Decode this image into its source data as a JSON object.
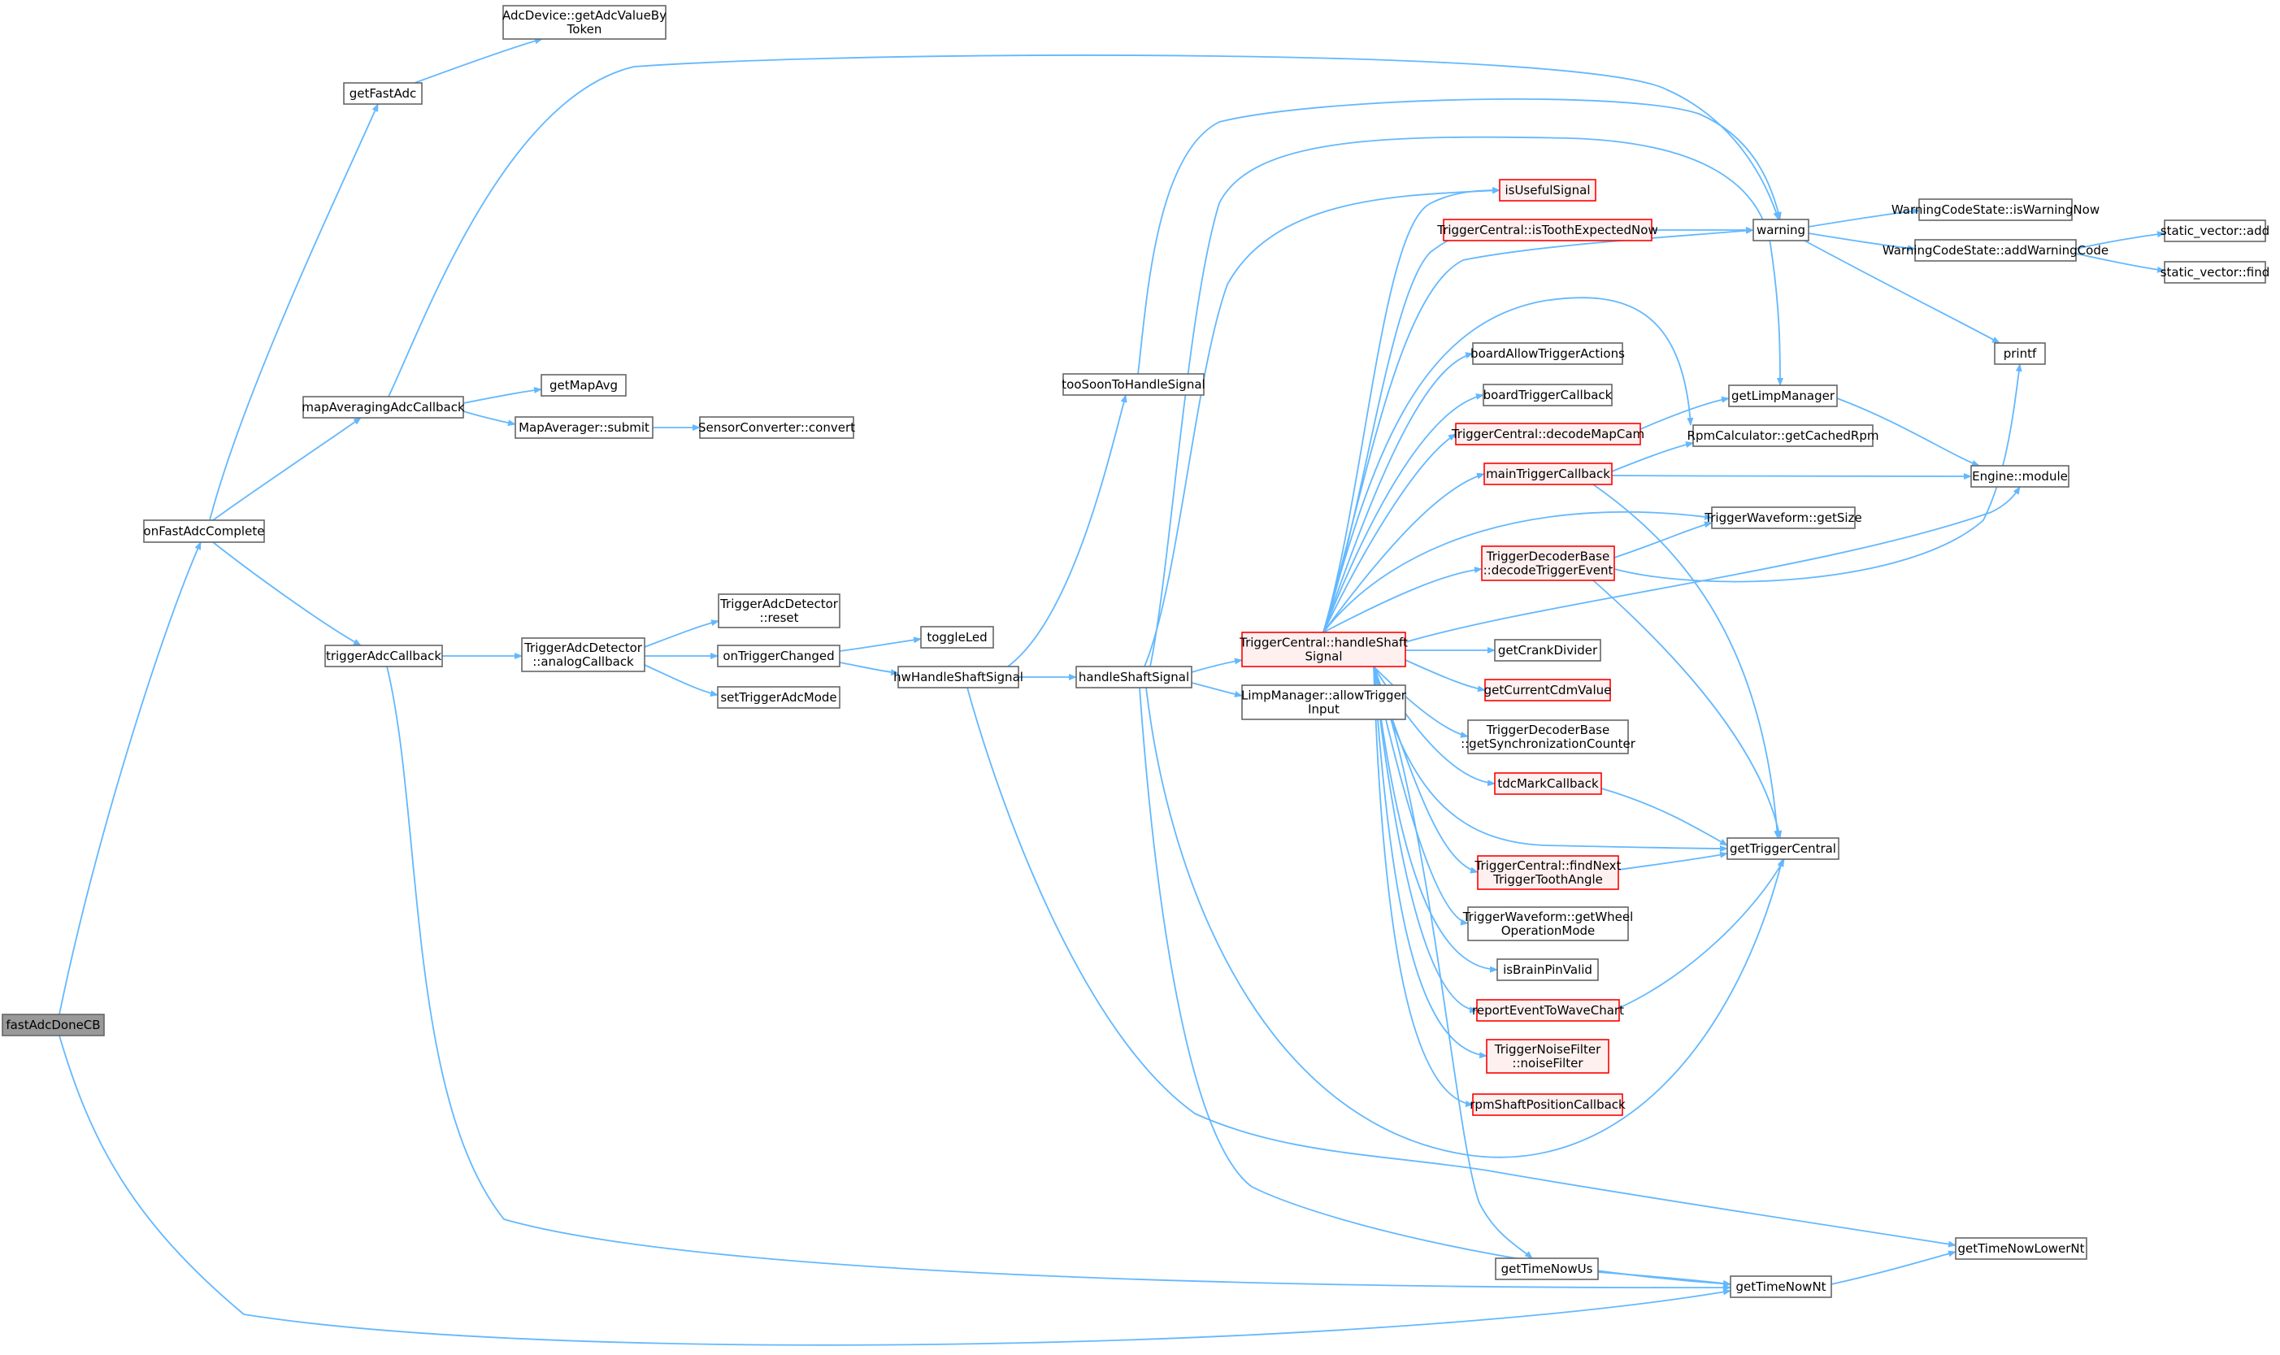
{
  "colors": {
    "edge": "#63b8ff",
    "text": "#000000",
    "root_fill": "#999999",
    "root_stroke": "#666666",
    "normal_fill": "#ffffff",
    "normal_stroke": "#666666",
    "highlight_fill": "#fff0f0",
    "highlight_stroke": "#ff0000"
  },
  "nodes": [
    {
      "id": "fastAdcDoneCB",
      "lines": [
        "fastAdcDoneCB"
      ],
      "style": "root"
    },
    {
      "id": "onFastAdcComplete",
      "lines": [
        "onFastAdcComplete"
      ],
      "style": "normal"
    },
    {
      "id": "getTimeNowNt",
      "lines": [
        "getTimeNowNt"
      ],
      "style": "normal"
    },
    {
      "id": "getFastAdc",
      "lines": [
        "getFastAdc"
      ],
      "style": "normal"
    },
    {
      "id": "mapAveragingAdcCallback",
      "lines": [
        "mapAveragingAdcCallback"
      ],
      "style": "normal"
    },
    {
      "id": "triggerAdcCallback",
      "lines": [
        "triggerAdcCallback"
      ],
      "style": "normal"
    },
    {
      "id": "getAdcValueByToken",
      "lines": [
        "AdcDevice::getAdcValueBy",
        "Token"
      ],
      "style": "normal"
    },
    {
      "id": "warning",
      "lines": [
        "warning"
      ],
      "style": "normal"
    },
    {
      "id": "getMapAvg",
      "lines": [
        "getMapAvg"
      ],
      "style": "normal"
    },
    {
      "id": "mapAveragerSubmit",
      "lines": [
        "MapAverager::submit"
      ],
      "style": "normal"
    },
    {
      "id": "sensorConvert",
      "lines": [
        "SensorConverter::convert"
      ],
      "style": "normal"
    },
    {
      "id": "analogCallback",
      "lines": [
        "TriggerAdcDetector",
        "::analogCallback"
      ],
      "style": "normal"
    },
    {
      "id": "adcReset",
      "lines": [
        "TriggerAdcDetector",
        "::reset"
      ],
      "style": "normal"
    },
    {
      "id": "onTriggerChanged",
      "lines": [
        "onTriggerChanged"
      ],
      "style": "normal"
    },
    {
      "id": "setTriggerAdcMode",
      "lines": [
        "setTriggerAdcMode"
      ],
      "style": "normal"
    },
    {
      "id": "toggleLed",
      "lines": [
        "toggleLed"
      ],
      "style": "normal"
    },
    {
      "id": "hwHandleShaftSignal",
      "lines": [
        "hwHandleShaftSignal"
      ],
      "style": "normal"
    },
    {
      "id": "tooSoonToHandleSignal",
      "lines": [
        "tooSoonToHandleSignal"
      ],
      "style": "normal"
    },
    {
      "id": "handleShaftSignal",
      "lines": [
        "handleShaftSignal"
      ],
      "style": "normal"
    },
    {
      "id": "getTimeNowLowerNt",
      "lines": [
        "getTimeNowLowerNt"
      ],
      "style": "normal"
    },
    {
      "id": "isUsefulSignal",
      "lines": [
        "isUsefulSignal"
      ],
      "style": "highlight"
    },
    {
      "id": "getLimpManager",
      "lines": [
        "getLimpManager"
      ],
      "style": "normal"
    },
    {
      "id": "tcHandleShaftSignal",
      "lines": [
        "TriggerCentral::handleShaft",
        "Signal"
      ],
      "style": "highlight"
    },
    {
      "id": "allowTriggerInput",
      "lines": [
        "LimpManager::allowTrigger",
        "Input"
      ],
      "style": "normal"
    },
    {
      "id": "getTriggerCentral",
      "lines": [
        "getTriggerCentral"
      ],
      "style": "normal"
    },
    {
      "id": "isToothExpectedNow",
      "lines": [
        "TriggerCentral::isToothExpectedNow"
      ],
      "style": "highlight"
    },
    {
      "id": "boardAllowTriggerActions",
      "lines": [
        "boardAllowTriggerActions"
      ],
      "style": "normal"
    },
    {
      "id": "boardTriggerCallback",
      "lines": [
        "boardTriggerCallback"
      ],
      "style": "normal"
    },
    {
      "id": "decodeMapCam",
      "lines": [
        "TriggerCentral::decodeMapCam"
      ],
      "style": "highlight"
    },
    {
      "id": "mainTriggerCallback",
      "lines": [
        "mainTriggerCallback"
      ],
      "style": "highlight"
    },
    {
      "id": "decodeTriggerEvent",
      "lines": [
        "TriggerDecoderBase",
        "::decodeTriggerEvent"
      ],
      "style": "highlight"
    },
    {
      "id": "getCrankDivider",
      "lines": [
        "getCrankDivider"
      ],
      "style": "normal"
    },
    {
      "id": "getCurrentCdmValue",
      "lines": [
        "getCurrentCdmValue"
      ],
      "style": "highlight"
    },
    {
      "id": "getSynchronizationCounter",
      "lines": [
        "TriggerDecoderBase",
        "::getSynchronizationCounter"
      ],
      "style": "normal"
    },
    {
      "id": "tdcMarkCallback",
      "lines": [
        "tdcMarkCallback"
      ],
      "style": "highlight"
    },
    {
      "id": "findNextTriggerToothAngle",
      "lines": [
        "TriggerCentral::findNext",
        "TriggerToothAngle"
      ],
      "style": "highlight"
    },
    {
      "id": "getWheelOperationMode",
      "lines": [
        "TriggerWaveform::getWheel",
        "OperationMode"
      ],
      "style": "normal"
    },
    {
      "id": "isBrainPinValid",
      "lines": [
        "isBrainPinValid"
      ],
      "style": "normal"
    },
    {
      "id": "reportEventToWaveChart",
      "lines": [
        "reportEventToWaveChart"
      ],
      "style": "highlight"
    },
    {
      "id": "noiseFilter",
      "lines": [
        "TriggerNoiseFilter",
        "::noiseFilter"
      ],
      "style": "highlight"
    },
    {
      "id": "rpmShaftPositionCallback",
      "lines": [
        "rpmShaftPositionCallback"
      ],
      "style": "highlight"
    },
    {
      "id": "getTimeNowUs",
      "lines": [
        "getTimeNowUs"
      ],
      "style": "normal"
    },
    {
      "id": "isWarningNow",
      "lines": [
        "WarningCodeState::isWarningNow"
      ],
      "style": "normal"
    },
    {
      "id": "addWarningCode",
      "lines": [
        "WarningCodeState::addWarningCode"
      ],
      "style": "normal"
    },
    {
      "id": "printf",
      "lines": [
        "printf"
      ],
      "style": "normal"
    },
    {
      "id": "getCachedRpm",
      "lines": [
        "RpmCalculator::getCachedRpm"
      ],
      "style": "normal"
    },
    {
      "id": "engineModule",
      "lines": [
        "Engine::module"
      ],
      "style": "normal"
    },
    {
      "id": "waveformGetSize",
      "lines": [
        "TriggerWaveform::getSize"
      ],
      "style": "normal"
    },
    {
      "id": "staticVectorAdd",
      "lines": [
        "static_vector::add"
      ],
      "style": "normal"
    },
    {
      "id": "staticVectorFind",
      "lines": [
        "static_vector::find"
      ],
      "style": "normal"
    }
  ],
  "edges": [
    {
      "from": "fastAdcDoneCB",
      "to": "onFastAdcComplete"
    },
    {
      "from": "fastAdcDoneCB",
      "to": "getTimeNowNt"
    },
    {
      "from": "onFastAdcComplete",
      "to": "getFastAdc"
    },
    {
      "from": "onFastAdcComplete",
      "to": "mapAveragingAdcCallback"
    },
    {
      "from": "onFastAdcComplete",
      "to": "triggerAdcCallback"
    },
    {
      "from": "getFastAdc",
      "to": "getAdcValueByToken"
    },
    {
      "from": "mapAveragingAdcCallback",
      "to": "warning"
    },
    {
      "from": "mapAveragingAdcCallback",
      "to": "getMapAvg"
    },
    {
      "from": "mapAveragingAdcCallback",
      "to": "mapAveragerSubmit"
    },
    {
      "from": "mapAveragerSubmit",
      "to": "sensorConvert"
    },
    {
      "from": "triggerAdcCallback",
      "to": "analogCallback"
    },
    {
      "from": "triggerAdcCallback",
      "to": "getTimeNowNt"
    },
    {
      "from": "analogCallback",
      "to": "adcReset"
    },
    {
      "from": "analogCallback",
      "to": "onTriggerChanged"
    },
    {
      "from": "analogCallback",
      "to": "setTriggerAdcMode"
    },
    {
      "from": "onTriggerChanged",
      "to": "toggleLed"
    },
    {
      "from": "onTriggerChanged",
      "to": "hwHandleShaftSignal"
    },
    {
      "from": "hwHandleShaftSignal",
      "to": "tooSoonToHandleSignal"
    },
    {
      "from": "hwHandleShaftSignal",
      "to": "handleShaftSignal"
    },
    {
      "from": "hwHandleShaftSignal",
      "to": "getTimeNowLowerNt"
    },
    {
      "from": "tooSoonToHandleSignal",
      "to": "warning"
    },
    {
      "from": "handleShaftSignal",
      "to": "isUsefulSignal"
    },
    {
      "from": "handleShaftSignal",
      "to": "getLimpManager"
    },
    {
      "from": "handleShaftSignal",
      "to": "tcHandleShaftSignal"
    },
    {
      "from": "handleShaftSignal",
      "to": "allowTriggerInput"
    },
    {
      "from": "handleShaftSignal",
      "to": "getTriggerCentral"
    },
    {
      "from": "handleShaftSignal",
      "to": "getTimeNowNt"
    },
    {
      "from": "tcHandleShaftSignal",
      "to": "isUsefulSignal"
    },
    {
      "from": "tcHandleShaftSignal",
      "to": "isToothExpectedNow"
    },
    {
      "from": "tcHandleShaftSignal",
      "to": "warning"
    },
    {
      "from": "tcHandleShaftSignal",
      "to": "getCachedRpm"
    },
    {
      "from": "tcHandleShaftSignal",
      "to": "boardAllowTriggerActions"
    },
    {
      "from": "tcHandleShaftSignal",
      "to": "boardTriggerCallback"
    },
    {
      "from": "tcHandleShaftSignal",
      "to": "decodeMapCam"
    },
    {
      "from": "tcHandleShaftSignal",
      "to": "mainTriggerCallback"
    },
    {
      "from": "tcHandleShaftSignal",
      "to": "waveformGetSize"
    },
    {
      "from": "tcHandleShaftSignal",
      "to": "decodeTriggerEvent"
    },
    {
      "from": "tcHandleShaftSignal",
      "to": "engineModule"
    },
    {
      "from": "tcHandleShaftSignal",
      "to": "getCrankDivider"
    },
    {
      "from": "tcHandleShaftSignal",
      "to": "getCurrentCdmValue"
    },
    {
      "from": "tcHandleShaftSignal",
      "to": "getSynchronizationCounter"
    },
    {
      "from": "tcHandleShaftSignal",
      "to": "tdcMarkCallback"
    },
    {
      "from": "tcHandleShaftSignal",
      "to": "getTriggerCentral"
    },
    {
      "from": "tcHandleShaftSignal",
      "to": "findNextTriggerToothAngle"
    },
    {
      "from": "tcHandleShaftSignal",
      "to": "getWheelOperationMode"
    },
    {
      "from": "tcHandleShaftSignal",
      "to": "isBrainPinValid"
    },
    {
      "from": "tcHandleShaftSignal",
      "to": "reportEventToWaveChart"
    },
    {
      "from": "tcHandleShaftSignal",
      "to": "noiseFilter"
    },
    {
      "from": "tcHandleShaftSignal",
      "to": "rpmShaftPositionCallback"
    },
    {
      "from": "tcHandleShaftSignal",
      "to": "getTimeNowUs"
    },
    {
      "from": "isToothExpectedNow",
      "to": "warning"
    },
    {
      "from": "decodeMapCam",
      "to": "getLimpManager"
    },
    {
      "from": "mainTriggerCallback",
      "to": "getCachedRpm"
    },
    {
      "from": "mainTriggerCallback",
      "to": "engineModule"
    },
    {
      "from": "mainTriggerCallback",
      "to": "getTriggerCentral"
    },
    {
      "from": "decodeTriggerEvent",
      "to": "waveformGetSize"
    },
    {
      "from": "decodeTriggerEvent",
      "to": "printf"
    },
    {
      "from": "decodeTriggerEvent",
      "to": "getTriggerCentral"
    },
    {
      "from": "tdcMarkCallback",
      "to": "getTriggerCentral"
    },
    {
      "from": "findNextTriggerToothAngle",
      "to": "getTriggerCentral"
    },
    {
      "from": "reportEventToWaveChart",
      "to": "getTriggerCentral"
    },
    {
      "from": "getTimeNowUs",
      "to": "getTimeNowNt"
    },
    {
      "from": "getTimeNowNt",
      "to": "getTimeNowLowerNt"
    },
    {
      "from": "warning",
      "to": "isWarningNow"
    },
    {
      "from": "warning",
      "to": "addWarningCode"
    },
    {
      "from": "warning",
      "to": "printf"
    },
    {
      "from": "getLimpManager",
      "to": "engineModule"
    },
    {
      "from": "addWarningCode",
      "to": "staticVectorAdd"
    },
    {
      "from": "addWarningCode",
      "to": "staticVectorFind"
    }
  ]
}
